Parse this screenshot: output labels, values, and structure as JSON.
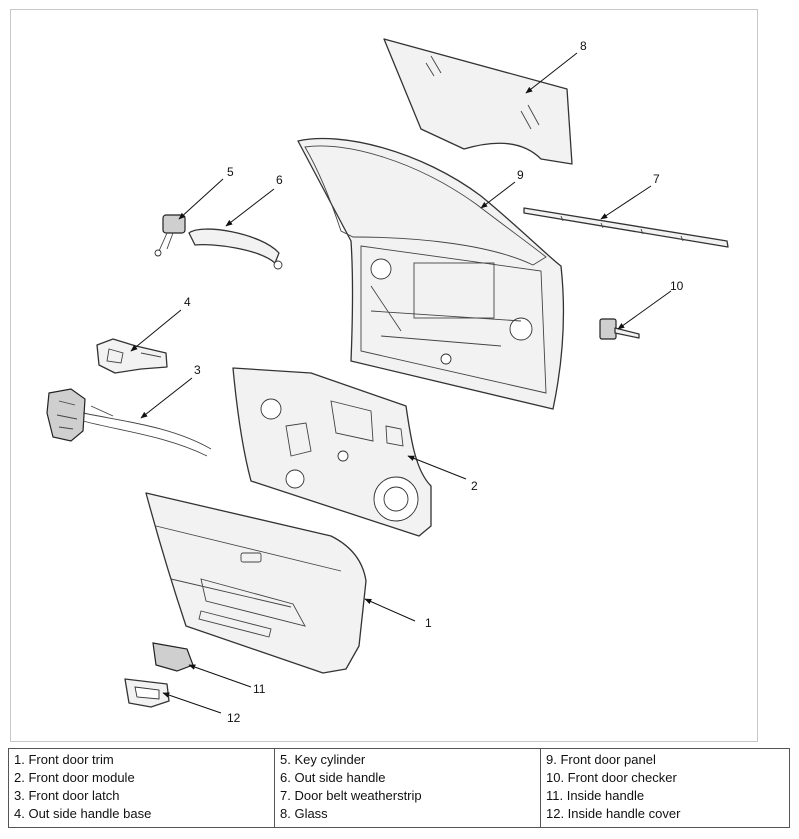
{
  "callouts": [
    {
      "id": 1,
      "label": "1"
    },
    {
      "id": 2,
      "label": "2"
    },
    {
      "id": 3,
      "label": "3"
    },
    {
      "id": 4,
      "label": "4"
    },
    {
      "id": 5,
      "label": "5"
    },
    {
      "id": 6,
      "label": "6"
    },
    {
      "id": 7,
      "label": "7"
    },
    {
      "id": 8,
      "label": "8"
    },
    {
      "id": 9,
      "label": "9"
    },
    {
      "id": 10,
      "label": "10"
    },
    {
      "id": 11,
      "label": "11"
    },
    {
      "id": 12,
      "label": "12"
    }
  ],
  "legend": {
    "columns": [
      [
        "1. Front door trim",
        "2. Front door module",
        "3. Front door latch",
        "4. Out side handle base"
      ],
      [
        "5. Key cylinder",
        "6. Out side handle",
        "7. Door belt weatherstrip",
        "8. Glass"
      ],
      [
        "9. Front door panel",
        "10. Front door checker",
        "11. Inside handle",
        "12. Inside handle cover"
      ]
    ]
  },
  "colors": {
    "line": "#111111",
    "part_fill": "#f2f2f2",
    "border": "#555555"
  }
}
